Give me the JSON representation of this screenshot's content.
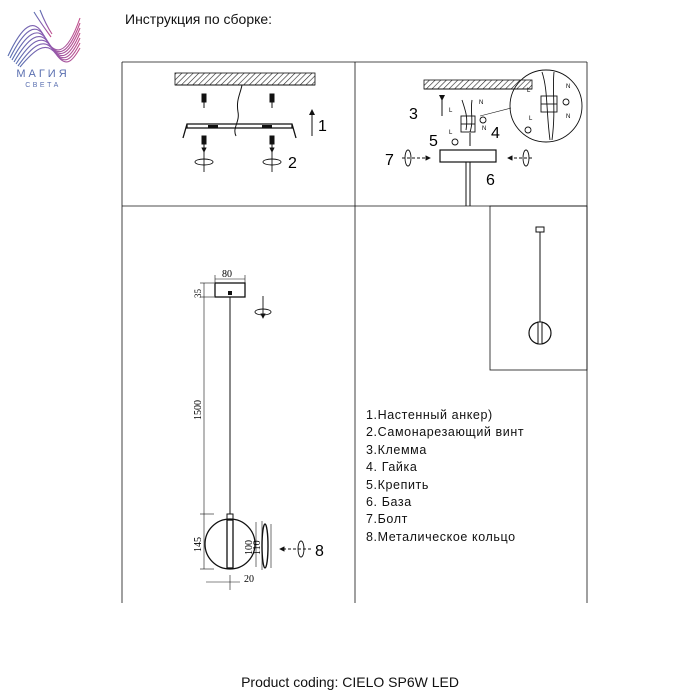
{
  "header": {
    "title": "Инструкция по сборке:"
  },
  "brand": {
    "line1": "МАГИЯ",
    "line2": "СВЕТА"
  },
  "diagram": {
    "callouts": {
      "n1": "1",
      "n2": "2",
      "n3": "3",
      "n4": "4",
      "n5": "5",
      "n6": "6",
      "n7": "7",
      "n8": "8"
    },
    "wires": {
      "L": "L",
      "N": "N"
    },
    "dims": {
      "w80": "80",
      "h35": "35",
      "h1500": "1500",
      "h145": "145",
      "d100": "100",
      "d110": "110",
      "w20": "20"
    }
  },
  "legend": {
    "items": [
      "1.Настенный анкер)",
      "2.Самонарезающий винт",
      "3.Клемма",
      "4.  Гайка",
      "5.Крепить",
      "6.  База",
      "7.Болт",
      "8.Металическое кольцо"
    ]
  },
  "footer": {
    "text": "Product coding: CIELO SP6W LED"
  },
  "colors": {
    "line": "#111111",
    "logo_a": "#5a6fb0",
    "logo_b": "#c24f8c"
  }
}
